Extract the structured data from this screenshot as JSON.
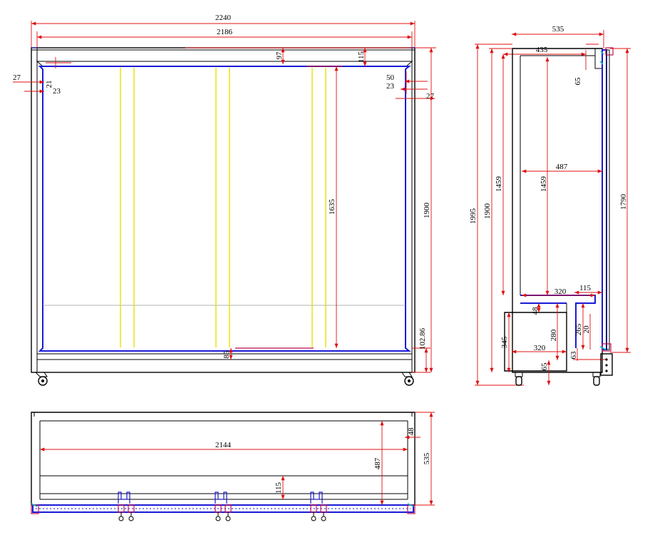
{
  "front_view": {
    "dims": {
      "overall_width": "2240",
      "inner_width": "2186",
      "top_97": "97",
      "top_115": "115",
      "left_27": "27",
      "left_21": "21",
      "left_23": "23",
      "right_50": "50",
      "right_23": "23",
      "right_27": "27",
      "height_1635": "1635",
      "height_1900": "1900",
      "bottom_85": "85",
      "bottom_102": "102.86"
    }
  },
  "side_view": {
    "dims": {
      "depth_535": "535",
      "depth_435": "435",
      "v_65_top": "65",
      "inner_487": "487",
      "h_1459_outer": "1459",
      "h_1459_inner": "1459",
      "h_1900": "1900",
      "h_1995": "1995",
      "h_1790": "1790",
      "w_320_top": "320",
      "w_115": "115",
      "v_48": "48",
      "v_280": "280",
      "v_265": "265",
      "v_20": "20",
      "v_345": "345",
      "w_320_bottom": "320",
      "v_63": "63",
      "v_65_bottom": "65"
    }
  },
  "top_view": {
    "dims": {
      "width_2144": "2144",
      "v_48": "48",
      "v_535": "535",
      "v_487": "487",
      "v_115": "115"
    }
  }
}
